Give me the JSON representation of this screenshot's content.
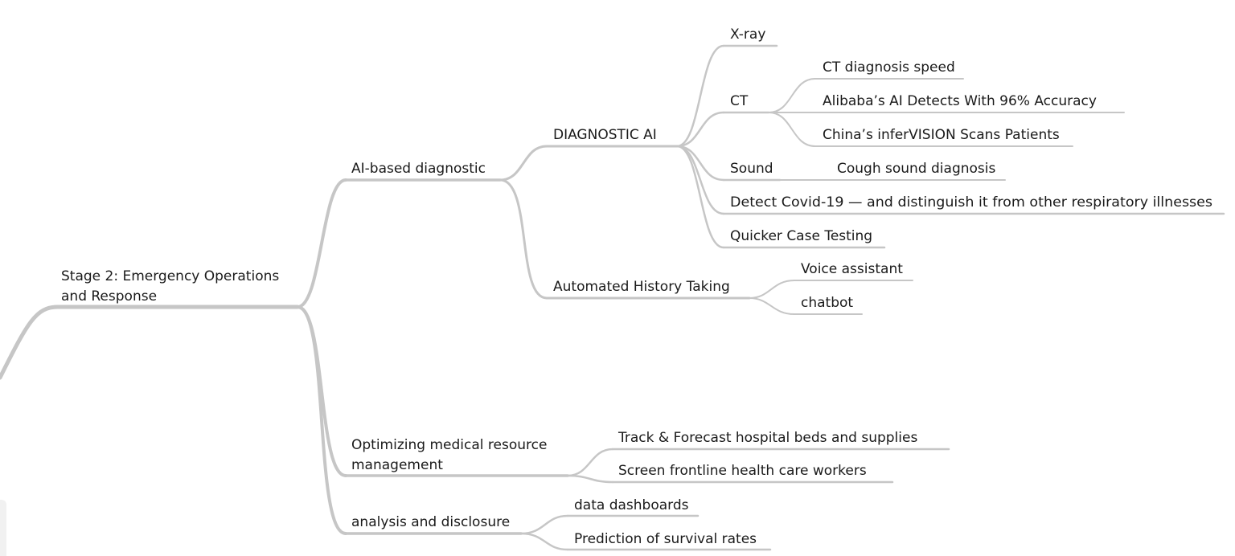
{
  "mindmap": {
    "root": "Stage 2: Emergency Operations and Response",
    "root_lines": [
      "Stage 2: Emergency Operations",
      "and Response"
    ],
    "branches": {
      "ai_diagnostic": "AI-based diagnostic",
      "diagnostic_ai": "DIAGNOSTIC AI",
      "xray": "X-ray",
      "ct": "CT",
      "ct_speed": "CT diagnosis speed",
      "alibaba": "Alibaba’s AI Detects With 96% Accuracy",
      "infervision": "China’s inferVISION Scans Patients",
      "sound": "Sound",
      "cough": "Cough sound diagnosis",
      "detect_covid": "Detect Covid-19 — and distinguish it from other respiratory illnesses",
      "quicker": "Quicker Case Testing",
      "history": "Automated History Taking",
      "voice": "Voice assistant",
      "chatbot": "chatbot",
      "optimizing": "Optimizing medical resource management",
      "optimizing_lines": [
        "Optimizing medical resource",
        "management"
      ],
      "track": "Track & Forecast hospital beds and supplies",
      "screen": "Screen frontline health care workers",
      "analysis": "analysis and disclosure",
      "dashboards": "data dashboards",
      "survival": "Prediction of survival rates"
    },
    "line_color": "#c6c6c6"
  }
}
